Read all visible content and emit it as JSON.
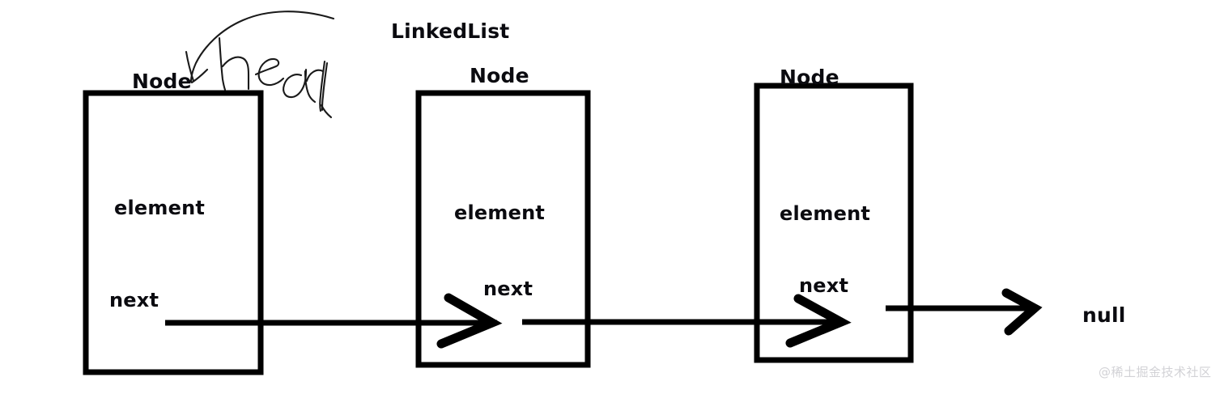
{
  "diagram": {
    "title": "LinkedList",
    "background_color": "#ffffff",
    "stroke_color": "#000000",
    "text_color": "#0b0b10",
    "annotation": {
      "text": "head",
      "style": "handwritten-pen-arrow",
      "points_to": "node-1",
      "color": "#1a1a1a"
    },
    "nodes": [
      {
        "id": "node-1",
        "title": "Node",
        "fields": [
          {
            "name": "element",
            "label": "element"
          },
          {
            "name": "next",
            "label": "next"
          }
        ]
      },
      {
        "id": "node-2",
        "title": "Node",
        "fields": [
          {
            "name": "element",
            "label": "element"
          },
          {
            "name": "next",
            "label": "next"
          }
        ]
      },
      {
        "id": "node-3",
        "title": "Node",
        "fields": [
          {
            "name": "element",
            "label": "element"
          },
          {
            "name": "next",
            "label": "next"
          }
        ]
      }
    ],
    "terminator": {
      "label": "null"
    },
    "links": [
      {
        "from": "node-1.next",
        "to": "node-2",
        "arrowhead": "chevron"
      },
      {
        "from": "node-2.next",
        "to": "node-3",
        "arrowhead": "chevron"
      },
      {
        "from": "node-3.next",
        "to": "null",
        "arrowhead": "chevron"
      }
    ]
  },
  "watermark": {
    "text": "@稀土掘金技术社区"
  }
}
